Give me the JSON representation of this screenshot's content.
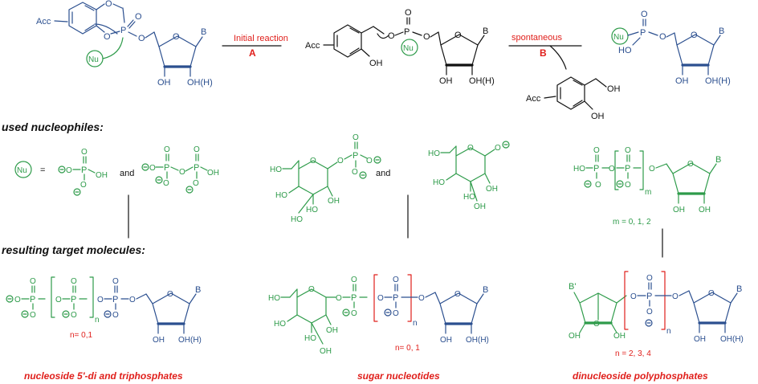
{
  "reaction": {
    "acc_label": "Acc",
    "nu_label": "Nu",
    "p_label": "P",
    "o_label": "O",
    "b_label": "B",
    "b_prime_label": "B'",
    "oh_label": "OH",
    "oh_h_label": "OH(H)",
    "ho_label": "HO",
    "oh_right_label": "OH",
    "step_a_label": "Initial reaction",
    "step_a_letter": "A",
    "step_b_label": "spontaneous",
    "step_b_letter": "B"
  },
  "sections": {
    "nucleophiles_heading": "used nucleophiles:",
    "targets_heading": "resulting target molecules:"
  },
  "nucleophiles": {
    "nu_equals": "=",
    "and_1": "and",
    "and_2": "and",
    "m_label": "m",
    "m_values": "m = 0, 1, 2"
  },
  "targets": {
    "n_label": "n",
    "n_values_1": "n= 0,1",
    "n_values_2": "n= 0, 1",
    "n_values_3": "n = 2, 3, 4",
    "caption_1": "nucleoside 5'-di and triphosphates",
    "caption_2": "sugar nucleotides",
    "caption_3": "dinucleoside polyphosphates"
  }
}
